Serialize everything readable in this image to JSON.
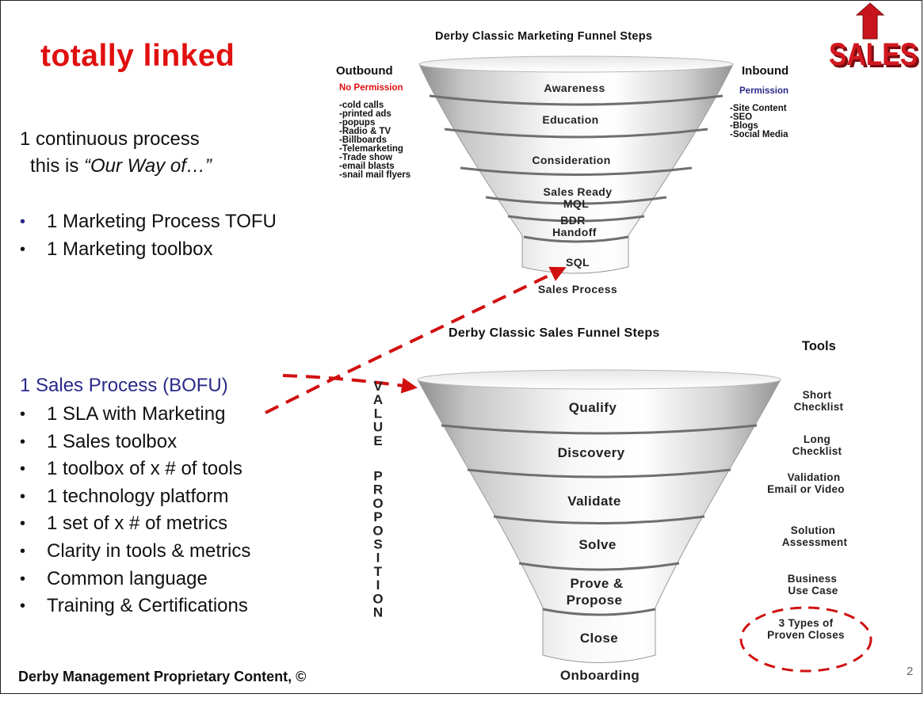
{
  "headline": "totally linked",
  "process": {
    "line1": "1 continuous process",
    "line2_prefix": "this is ",
    "line2_italic": "“Our Way of…”"
  },
  "marketing_bullets": [
    "1 Marketing Process TOFU",
    "1 Marketing toolbox"
  ],
  "sales_heading": "1 Sales Process (BOFU)",
  "sales_bullets": [
    "1 SLA with Marketing",
    "1 Sales toolbox",
    "1 toolbox of x # of tools",
    "1 technology platform",
    "1 set of x # of metrics",
    "Clarity in tools & metrics",
    "Common language",
    "Training & Certifications"
  ],
  "marketing_funnel": {
    "title": "Derby Classic Marketing Funnel Steps",
    "outbound_label": "Outbound",
    "no_permission": "No Permission",
    "outbound_items": [
      "-cold calls",
      "-printed ads",
      "-popups",
      "-Radio & TV",
      "-Billboards",
      "-Telemarketing",
      "-Trade show",
      "-email blasts",
      "-snail mail flyers"
    ],
    "inbound_label": "Inbound",
    "permission": "Permission",
    "inbound_items": [
      "-Site Content",
      "-SEO",
      "-Blogs",
      "-Social Media"
    ],
    "stages": [
      {
        "line1": "Awareness",
        "line2": ""
      },
      {
        "line1": "Education",
        "line2": ""
      },
      {
        "line1": "Consideration",
        "line2": ""
      },
      {
        "line1": "Sales Ready",
        "line2": "MQL"
      },
      {
        "line1": "BDR",
        "line2": "Handoff"
      },
      {
        "line1": "SQL",
        "line2": ""
      }
    ],
    "bottom_label": "Sales Process"
  },
  "sales_funnel": {
    "title": "Derby Classic Sales Funnel Steps",
    "tools_label": "Tools",
    "vertical_word1": "VALUE",
    "vertical_word2": "PROPOSITION",
    "stages": [
      {
        "line1": "Qualify",
        "line2": ""
      },
      {
        "line1": "Discovery",
        "line2": ""
      },
      {
        "line1": "Validate",
        "line2": ""
      },
      {
        "line1": "Solve",
        "line2": ""
      },
      {
        "line1": "Prove &",
        "line2": "Propose"
      },
      {
        "line1": "Close",
        "line2": ""
      }
    ],
    "tools": [
      {
        "line1": "Short",
        "line2": "Checklist"
      },
      {
        "line1": "Long",
        "line2": "Checklist"
      },
      {
        "line1": "Validation",
        "line2": "Email or Video"
      },
      {
        "line1": "Solution",
        "line2": "Assessment"
      },
      {
        "line1": "Business",
        "line2": "Use Case"
      },
      {
        "line1": "3 Types of",
        "line2": "Proven Closes"
      }
    ],
    "bottom_label": "Onboarding"
  },
  "logo_text": "SALES",
  "footer": "Derby Management Proprietary Content, ©",
  "page_number": "2",
  "colors": {
    "accent_red": "#e01010",
    "navy": "#2a2a8a",
    "logo_red": "#c8141c"
  }
}
